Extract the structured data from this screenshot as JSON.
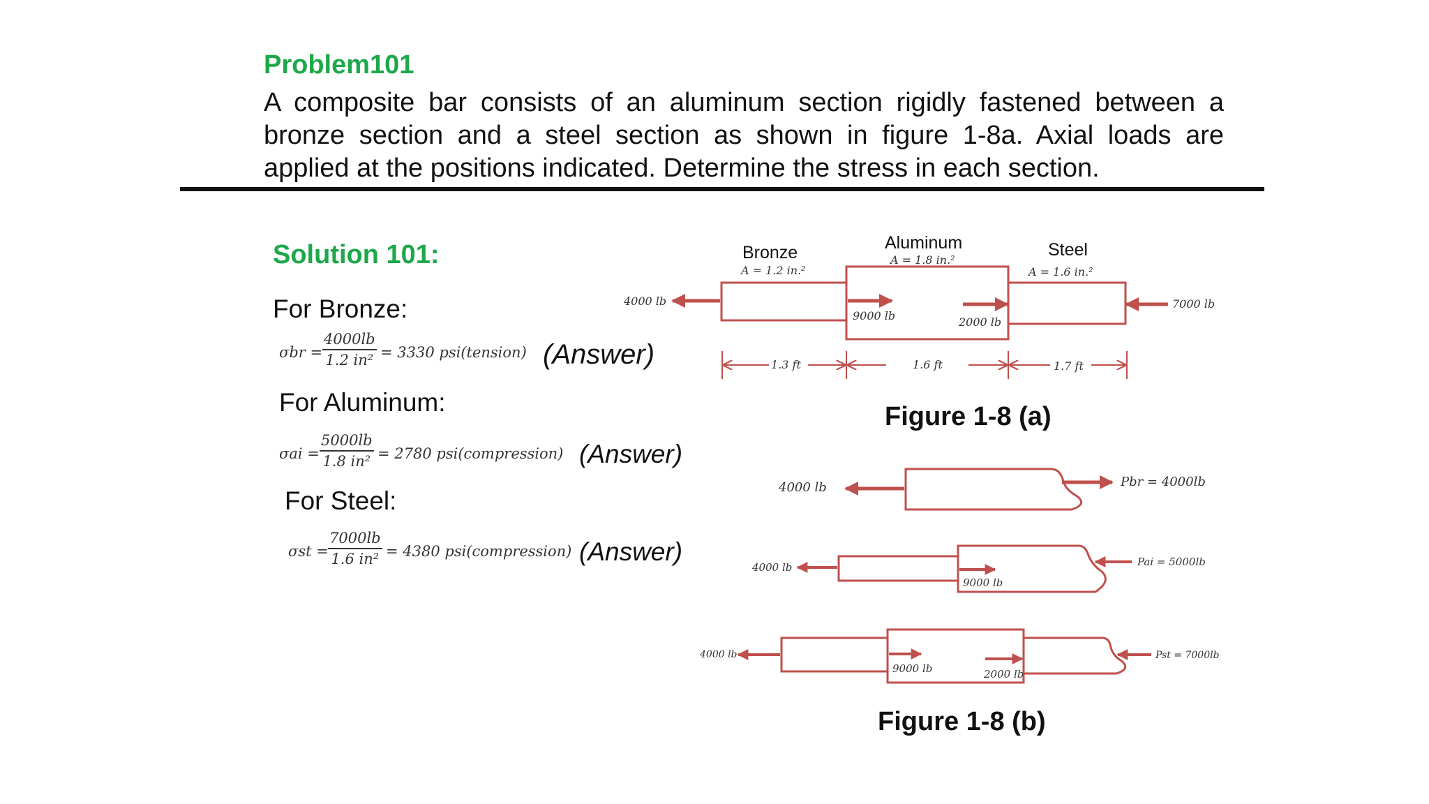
{
  "problem": {
    "title": "Problem101",
    "text": "A composite bar consists of an aluminum section rigidly fastened between a bronze section and a steel section as shown in figure 1-8a. Axial loads are applied at the positions indicated. Determine the stress in each section."
  },
  "solution": {
    "title": "Solution 101:",
    "answer_label": "(Answer)",
    "bronze": {
      "label": "For Bronze:",
      "symbol": "σbr =",
      "numerator": "4000lb",
      "denominator": "1.2 in²",
      "result": "= 3330 psi(tension)"
    },
    "aluminum": {
      "label": "For Aluminum:",
      "symbol": "σai =",
      "numerator": "5000lb",
      "denominator": "1.8 in²",
      "result": "= 2780 psi(compression)"
    },
    "steel": {
      "label": "For  Steel:",
      "symbol": "σst =",
      "numerator": "7000lb",
      "denominator": "1.6 in²",
      "result": "= 4380 psi(compression)"
    }
  },
  "figure_a": {
    "caption": "Figure 1-8 (a)",
    "bronze_label": "Bronze",
    "bronze_area": "A = 1.2 in.²",
    "aluminum_label": "Aluminum",
    "aluminum_area": "A = 1.8 in.²",
    "steel_label": "Steel",
    "steel_area": "A = 1.6 in.²",
    "load_left": "4000 lb",
    "load_9000": "9000 lb",
    "load_2000": "2000 lb",
    "load_right": "7000 lb",
    "len_bronze": "1.3 ft",
    "len_aluminum": "1.6 ft",
    "len_steel": "1.7 ft"
  },
  "figure_b": {
    "caption": "Figure 1-8 (b)",
    "fb1_left": "4000 lb",
    "fb1_right": "Pbr = 4000lb",
    "fb2_left": "4000 lb",
    "fb2_9000": "9000 lb",
    "fb2_right": "Pai = 5000lb",
    "fb3_left": "4000 lb",
    "fb3_9000": "9000 lb",
    "fb3_2000": "2000 lb",
    "fb3_right": "Pst = 7000lb"
  },
  "colors": {
    "accent": "#1ea84b",
    "bar": "#c0504d"
  }
}
